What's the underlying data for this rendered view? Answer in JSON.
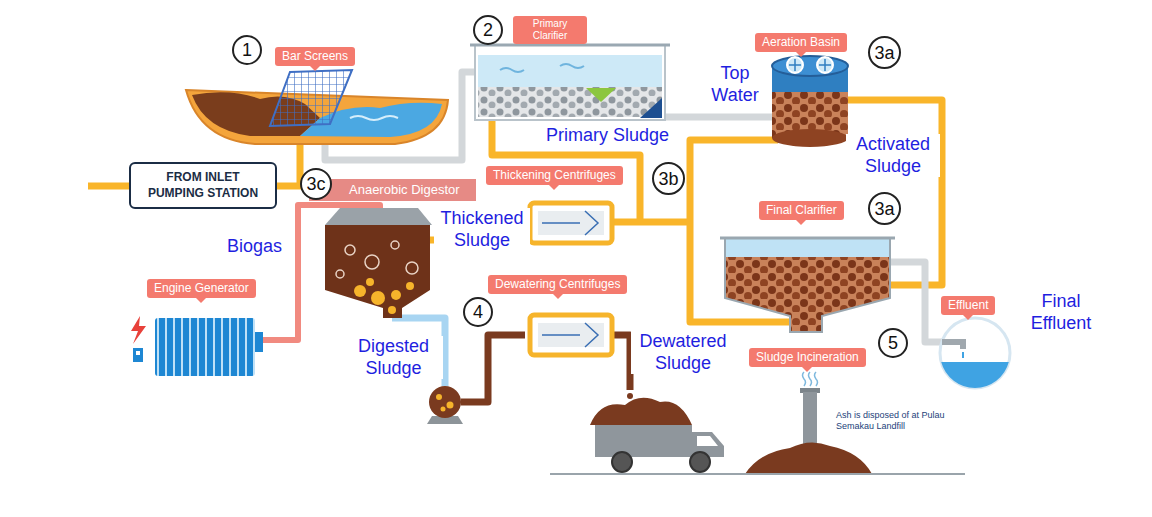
{
  "diagram": {
    "nodes": [
      {
        "text": [
          "1"
        ]
      },
      {
        "text": [
          "Bar Screens"
        ]
      },
      {
        "text": [
          "2"
        ]
      },
      {
        "text": [
          "Primary Clarifier"
        ]
      },
      {
        "text": [
          "Aeration Basin"
        ]
      },
      {
        "text": [
          "3a"
        ]
      },
      {
        "text": [
          "FROM INLET PUMPING STATION"
        ]
      },
      {
        "text": [
          "3c"
        ]
      },
      {
        "text": [
          "Anaerobic Digestor"
        ]
      },
      {
        "text": [
          "Thickening Centrifuges"
        ]
      },
      {
        "text": [
          "3b"
        ]
      },
      {
        "text": [
          "Final Clarifier"
        ]
      },
      {
        "text": [
          "3a"
        ]
      },
      {
        "text": [
          "Engine Generator"
        ]
      },
      {
        "text": [
          "4"
        ]
      },
      {
        "text": [
          "Dewatering Centrifuges"
        ]
      },
      {
        "text": [
          "Effluent"
        ]
      },
      {
        "text": [
          "5"
        ]
      },
      {
        "text": [
          "Sludge Incineration"
        ]
      }
    ],
    "labels": [
      "Top Water",
      "Primary Sludge",
      "Activated Sludge",
      "Thickened Sludge",
      "Biogas",
      "Digested Sludge",
      "Dewatered Sludge",
      "Final Effluent",
      "Ash is disposed of at Pulau Semakau Landfill"
    ]
  }
}
